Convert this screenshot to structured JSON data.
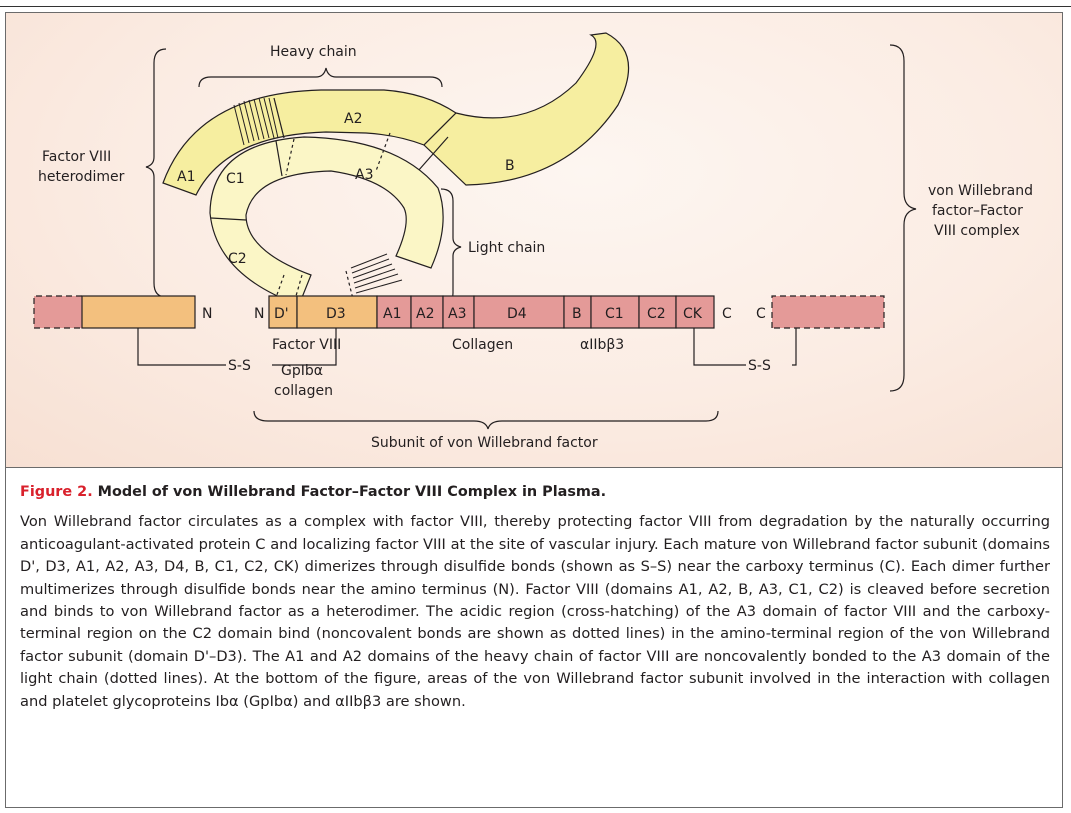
{
  "diagram": {
    "labels": {
      "heavy_chain": "Heavy chain",
      "factor_viii_heterodimer_line1": "Factor VIII",
      "factor_viii_heterodimer_line2": "heterodimer",
      "light_chain": "Light chain",
      "complex_line1": "von Willebrand",
      "complex_line2": "factor–Factor",
      "complex_line3": "VIII complex",
      "n_left": "N",
      "n_right": "N",
      "c_left": "C",
      "c_right": "C",
      "ss_left": "S-S",
      "ss_right": "S-S",
      "factor_viii_binding": "Factor VIII",
      "gpib_line1": "GpIbα",
      "gpib_line2": "collagen",
      "collagen": "Collagen",
      "aiibb3": "αIIbβ3",
      "subunit": "Subunit of von Willebrand factor"
    },
    "factor_viii_domains": [
      "A1",
      "A2",
      "B",
      "C1",
      "A3",
      "C2"
    ],
    "vwf_domains": [
      "D'",
      "D3",
      "A1",
      "A2",
      "A3",
      "D4",
      "B",
      "C1",
      "C2",
      "CK"
    ],
    "colors": {
      "yellow_domain": "#f6eea0",
      "light_yellow_domain": "#fbf6c6",
      "orange_domain": "#f3c07e",
      "pink_domain": "#e49a98",
      "figure_label": "#d9212c"
    }
  },
  "caption": {
    "figure_label": "Figure 2.",
    "title": "Model of von Willebrand Factor–Factor VIII Complex in Plasma.",
    "body": "Von Willebrand factor circulates as a complex with factor VIII, thereby protecting factor VIII from degradation by the naturally occurring anticoagulant-activated protein C and localizing factor VIII at the site of vascular injury. Each mature von Willebrand factor subunit (domains D', D3, A1, A2, A3, D4, B, C1, C2, CK) dimerizes through disulfide bonds (shown as S–S) near the carboxy terminus (C). Each dimer further multimerizes through disulfide bonds near the amino terminus (N). Factor VIII (domains A1, A2, B, A3, C1, C2) is cleaved before secretion and binds to von Willebrand factor as a heterodimer. The acidic region (cross-hatching) of the A3 domain of factor VIII and the carboxy-terminal region on the C2 domain bind (noncovalent bonds are shown as dotted lines) in the amino-terminal region of the von Willebrand factor subunit (domain D'–D3). The A1 and A2 domains of the heavy chain of factor VIII are noncovalently bonded to the A3 domain of the light chain (dotted lines). At the bottom of the figure, areas of the von Willebrand factor subunit involved in the interaction with collagen and platelet glycoproteins Ibα (GpIbα) and αIIbβ3 are shown."
  }
}
